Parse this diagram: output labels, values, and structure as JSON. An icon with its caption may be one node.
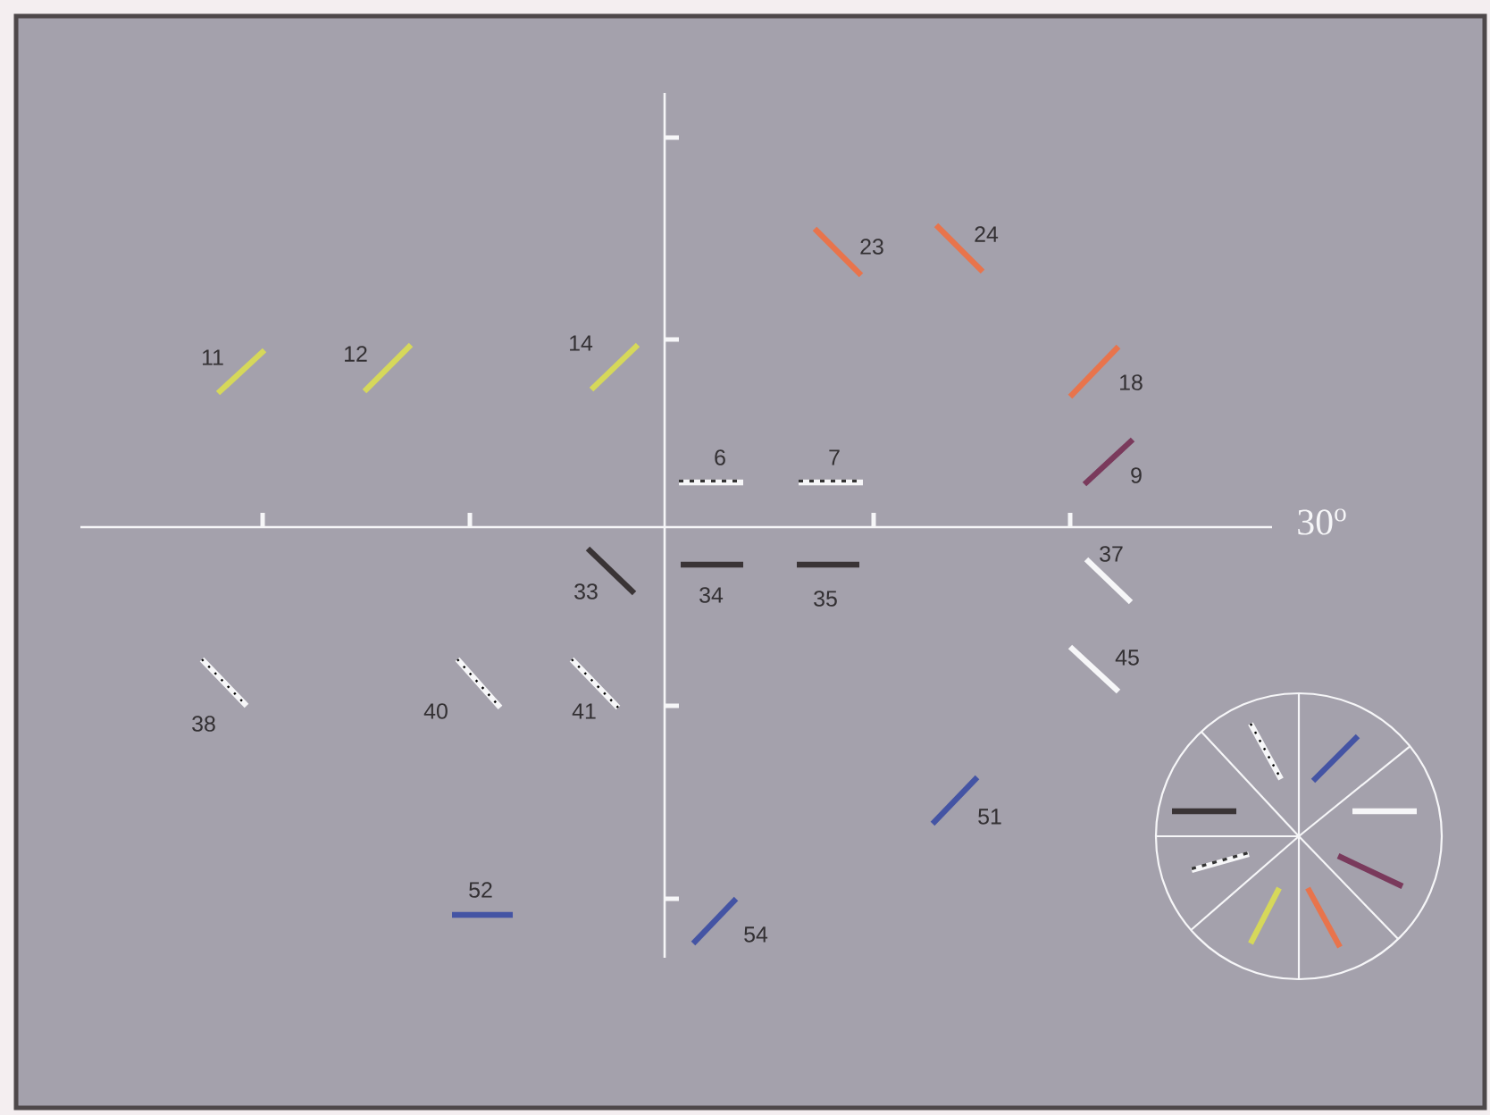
{
  "diagram": {
    "labels": [
      "23",
      "24",
      "11",
      "12",
      "14",
      "18",
      "6",
      "7",
      "9",
      "30$^{o}$",
      "37",
      "33",
      "34",
      "35",
      "45",
      "38",
      "40",
      "41",
      "51",
      "52",
      "54"
    ]
  }
}
